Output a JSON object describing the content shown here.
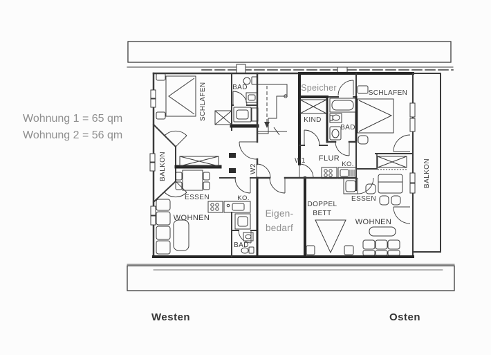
{
  "page": {
    "background_color": "#fcfcfc",
    "ink_color": "#3b3b3b",
    "wall_dark_color": "#262626",
    "muted_text_color": "#8e8e8e"
  },
  "notes": {
    "apartment1_size": "Wohnung 1 = 65 qm",
    "apartment2_size": "Wohnung 2 = 56 qm"
  },
  "compass": {
    "west": "Westen",
    "east": "Osten"
  },
  "stairwell": {
    "attic": "Speicher",
    "owner_room_line1": "Eigen-",
    "owner_room_line2": "bedarf",
    "w1_door": "W1",
    "w2_door": "W2"
  },
  "apartment_west": {
    "bedroom": "SCHLAFEN",
    "bath_top": "BAD",
    "balcony": "BALKON",
    "dining": "ESSEN",
    "living": "WOHNEN",
    "kitchen": "KO.",
    "bath_bottom": "BAD"
  },
  "apartment_east": {
    "child_room": "KIND",
    "bath": "BAD",
    "bedroom": "SCHLAFEN",
    "hall": "FLUR",
    "kitchen": "KO.",
    "dining": "ESSEN",
    "double_bed_line1": "DOPPEL",
    "double_bed_line2": "BETT",
    "living": "WOHNEN",
    "balcony": "BALKON"
  }
}
